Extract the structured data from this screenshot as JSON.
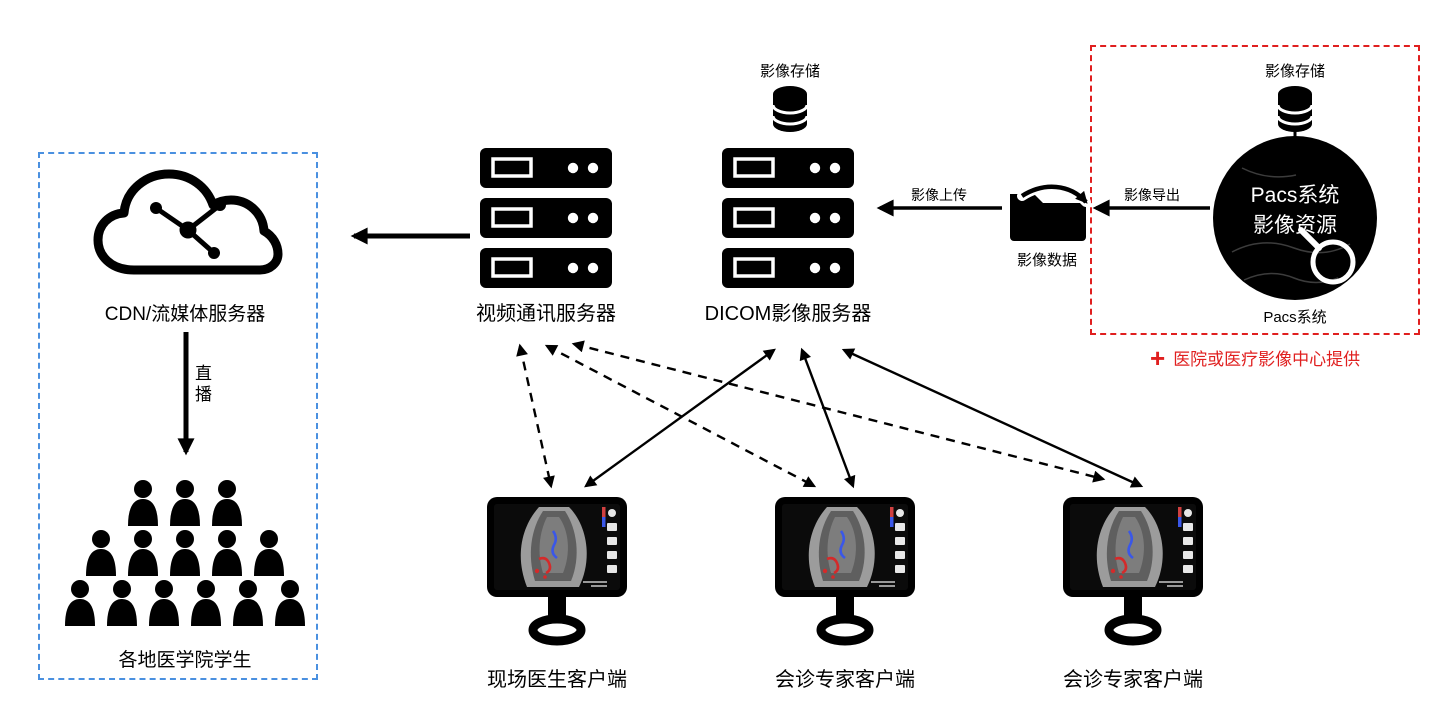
{
  "colors": {
    "box_blue": "#4a90e0",
    "box_red": "#e01f1f",
    "note_red": "#e01f1f",
    "icon_black": "#000000",
    "doppler_red": "#d42a2a",
    "doppler_blue": "#3a57e8"
  },
  "pacs": {
    "storage_label": "影像存储",
    "circle_title_line1": "Pacs系统",
    "circle_title_line2": "影像资源",
    "caption": "Pacs系统",
    "provider_plus": "+",
    "provider_note": "医院或医疗影像中心提供"
  },
  "flow": {
    "export_label": "影像导出",
    "data_label": "影像数据",
    "upload_label": "影像上传"
  },
  "servers": {
    "dicom": {
      "label": "DICOM影像服务器",
      "storage_label": "影像存储"
    },
    "video": {
      "label": "视频通讯服务器"
    }
  },
  "cdn": {
    "label": "CDN/流媒体服务器",
    "live_label": "直播",
    "audience_label": "各地医学院学生"
  },
  "clients": [
    {
      "label": "现场医生客户端"
    },
    {
      "label": "会诊专家客户端"
    },
    {
      "label": "会诊专家客户端"
    }
  ]
}
